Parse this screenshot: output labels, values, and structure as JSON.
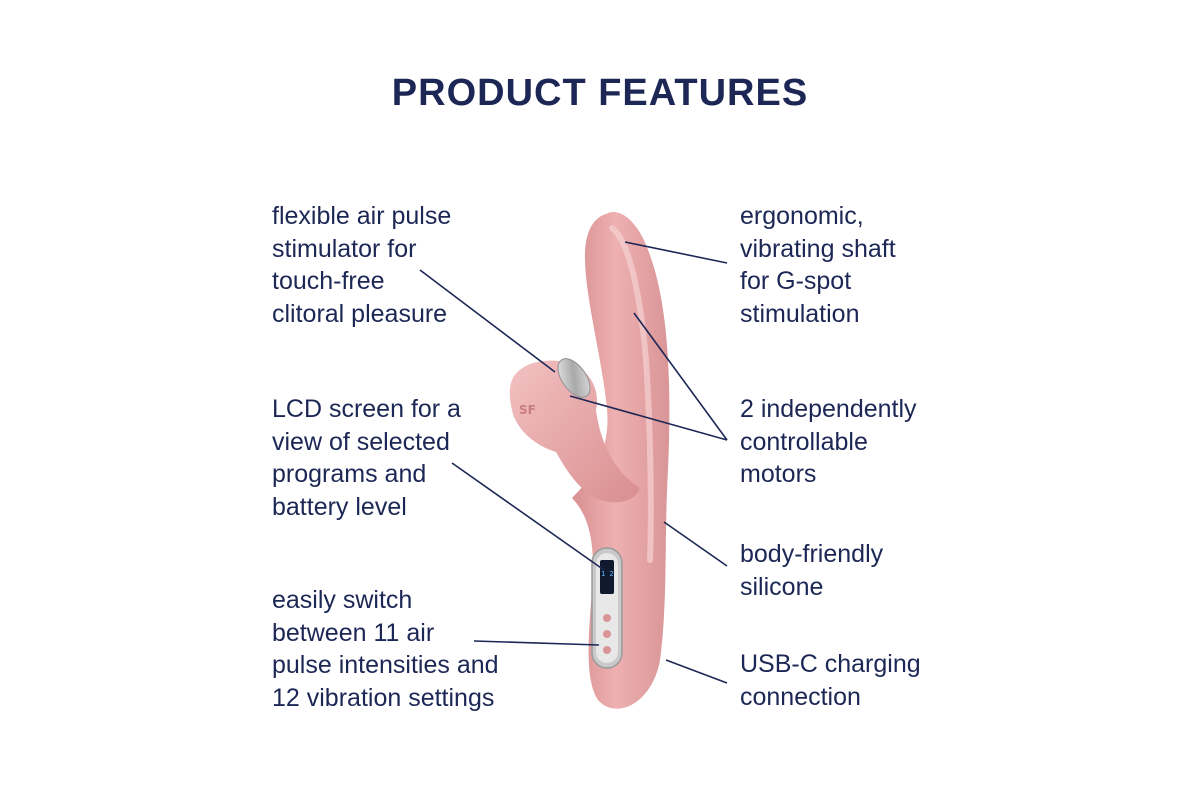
{
  "title": "PRODUCT FEATURES",
  "features": {
    "air_pulse": {
      "lines": [
        "flexible air pulse",
        "stimulator for",
        "touch-free",
        "clitoral pleasure"
      ]
    },
    "lcd": {
      "lines": [
        "LCD screen for a",
        "view of selected",
        "programs and",
        "battery level"
      ]
    },
    "switch": {
      "lines": [
        "easily switch",
        "between 11 air",
        "pulse intensities and",
        "12 vibration settings"
      ]
    },
    "shaft": {
      "lines": [
        "ergonomic,",
        "vibrating shaft",
        "for G-spot",
        "stimulation"
      ]
    },
    "motors": {
      "lines": [
        "2 independently",
        "controllable",
        "motors"
      ]
    },
    "silicone": {
      "lines": [
        "body-friendly",
        "silicone"
      ]
    },
    "usb": {
      "lines": [
        "USB-C charging",
        "connection"
      ]
    }
  },
  "device": {
    "logo": "SF",
    "lcd_readout": "1 2",
    "colors": {
      "body": "#e9a7a8",
      "shadow": "#d48d8f",
      "highlight": "#f6cccc",
      "accent_text": "#1c2755",
      "leader": "#1c2755"
    }
  }
}
